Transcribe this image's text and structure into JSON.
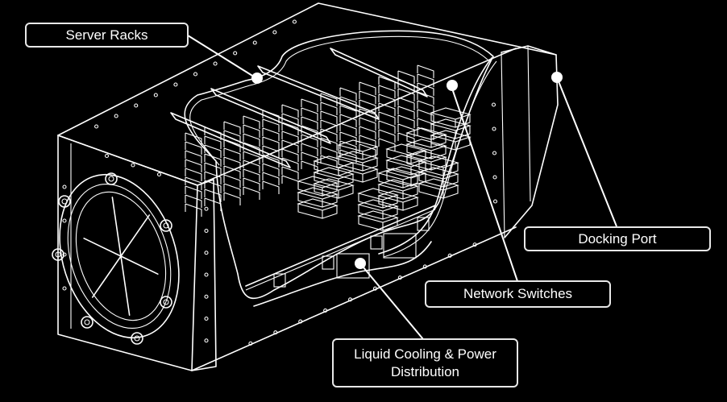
{
  "diagram": {
    "title": "Server Container Module Cutaway",
    "background_color": "#000000",
    "line_color": "#ffffff",
    "callouts": [
      {
        "id": "server-racks",
        "label": "Server Racks"
      },
      {
        "id": "network-switches",
        "label": "Network Switches"
      },
      {
        "id": "docking-port",
        "label": "Docking Port"
      },
      {
        "id": "cooling-power",
        "label_line1": "Liquid Cooling & Power",
        "label_line2": "Distribution"
      }
    ]
  }
}
